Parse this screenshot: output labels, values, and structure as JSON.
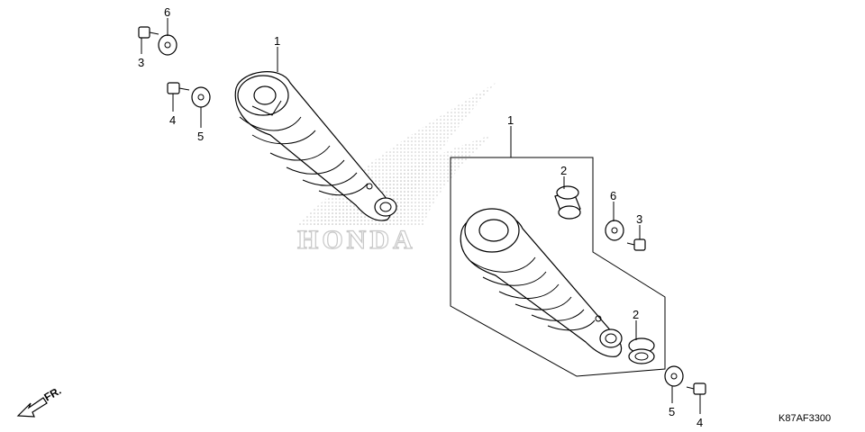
{
  "diagram_code": "K87AF3300",
  "direction_label": "FR.",
  "watermark_text": "HONDA",
  "callouts": {
    "shock_left": "1",
    "shock_right": "1",
    "bushing_top": "2",
    "bushing_bottom": "2",
    "bolt3_left": "3",
    "bolt3_right": "3",
    "bolt4_left": "4",
    "bolt4_right": "4",
    "washer5_left": "5",
    "washer5_right": "5",
    "washer6_left": "6",
    "washer6_right": "6"
  },
  "colors": {
    "line": "#000000",
    "watermark": "#c8c8c8",
    "background": "#ffffff"
  }
}
